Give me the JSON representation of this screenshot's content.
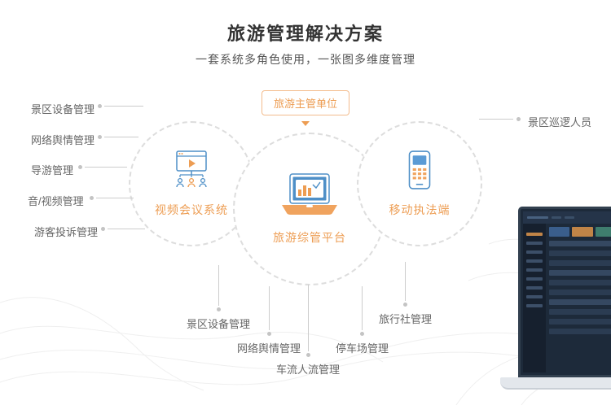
{
  "header": {
    "title": "旅游管理解决方案",
    "subtitle": "一套系统多角色使用，一张图多维度管理"
  },
  "badge": {
    "label": "旅游主管单位"
  },
  "nodes": {
    "left": {
      "label": "视频会议系统",
      "icon": "video-conference-icon"
    },
    "center": {
      "label": "旅游综管平台",
      "icon": "laptop-chart-icon"
    },
    "right": {
      "label": "移动执法端",
      "icon": "handheld-terminal-icon"
    }
  },
  "left_labels": [
    "景区设备管理",
    "网络舆情管理",
    "导游管理",
    "音/视频管理",
    "游客投诉管理"
  ],
  "right_labels": [
    "景区巡逻人员"
  ],
  "bottom_labels": [
    "景区设备管理",
    "网络舆情管理",
    "车流人流管理",
    "停车场管理",
    "旅行社管理"
  ],
  "colors": {
    "accent": "#ED9D53",
    "blue": "#4E8FC7",
    "title": "#333333",
    "label": "#666666"
  }
}
